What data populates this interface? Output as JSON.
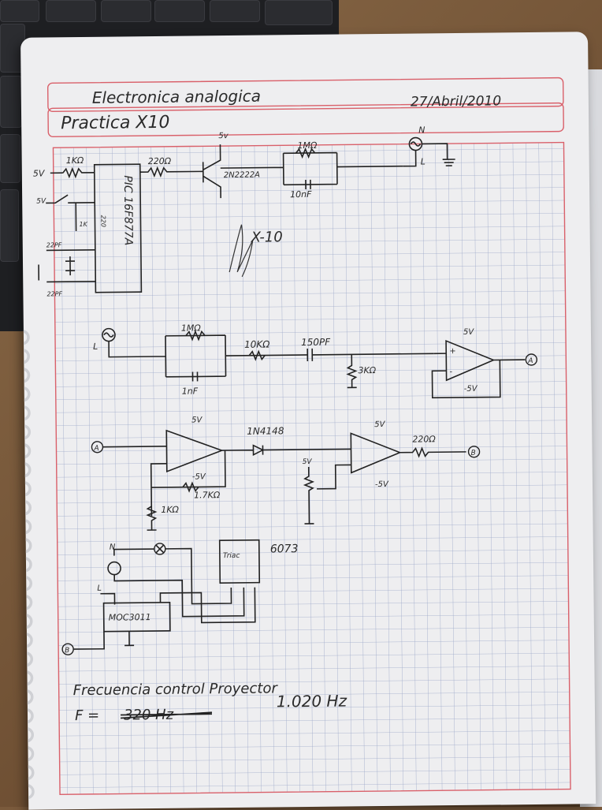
{
  "header": {
    "title": "Electronica analogica",
    "date": "27/Abril/2010",
    "practice": "Practica X10"
  },
  "circuit1": {
    "input": "5V",
    "r_in": "1KΩ",
    "ic": "PIC 16F877A",
    "r_clk": "220Ω",
    "transistor": "2N2222A",
    "r_snub": "1MΩ",
    "c_snub": "10nF",
    "osc_label": "L",
    "osc_label2": "N",
    "sw_label": "5V",
    "r_pull": "1K",
    "r_pull2": "220",
    "cap1": "22PF",
    "cap2": "22PF",
    "scribble": "X-10"
  },
  "circuit2": {
    "source": "L",
    "r_par": "1MΩ",
    "c_par": "1nF",
    "r_series": "10KΩ",
    "c_series": "150PF",
    "r_gnd": "3KΩ",
    "vpos": "5V",
    "vneg": "-5V",
    "out": "A"
  },
  "circuit3": {
    "in": "A",
    "vpos1": "5V",
    "vneg1": "-5V",
    "diode": "1N4148",
    "r_fb": "1.7KΩ",
    "r_gnd": "1KΩ",
    "vref": "5V",
    "vpos2": "5V",
    "vneg2": "-5V",
    "r_out": "220Ω",
    "out": "B"
  },
  "circuit4": {
    "n": "N",
    "l": "L",
    "triac": "Triac",
    "triac_part": "6073",
    "opto": "MOC3011",
    "in": "B"
  },
  "footer": {
    "line1": "Frecuencia control Proyector",
    "f_label": "F =",
    "f_struck": "320 Hz",
    "f_value": "1.020 Hz"
  },
  "colors": {
    "paper": "#eeeef0",
    "grid": "#9aa6c8",
    "margin": "#d9606a",
    "ink": "#2a2a2a"
  }
}
